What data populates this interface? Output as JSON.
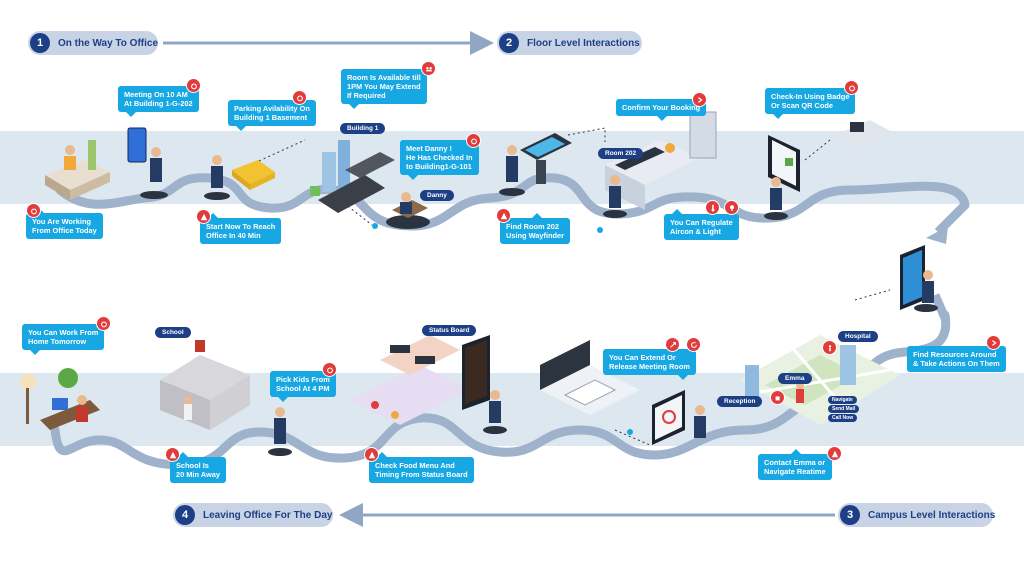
{
  "steps": [
    {
      "number": "1",
      "label": "On the Way To Office"
    },
    {
      "number": "2",
      "label": "Floor Level Interactions"
    },
    {
      "number": "3",
      "label": "Campus Level Interactions"
    },
    {
      "number": "4",
      "label": "Leaving Office For The Day"
    }
  ],
  "callouts": {
    "working_from_office": "You Are Working\nFrom Office Today",
    "meeting": "Meeting On 10 AM\nAt Building 1-G-202",
    "start_now": "Start Now To Reach\nOffice In 40 Min",
    "parking": "Parking Avilability On\nBuilding 1 Basement",
    "room_available": "Room Is Available till\n1PM You May Extend\nIf Required",
    "meet_danny": "Meet Danny !\nHe Has Checked In\nto Building1-G-101",
    "find_room": "Find Room 202\nUsing Wayfinder",
    "confirm_booking": "Confirm Your Booking",
    "regulate": "You Can Regulate\nAircon & Light",
    "check_in": "Check-In Using Badge\nOr Scan QR Code",
    "find_resources": "Find Resources Around\n& Take Actions On Them",
    "extend_release": "You Can Extend Or\nRelease Meeting Room",
    "contact_emma": "Contact Emma or\nNavigate Reatime",
    "food_menu": "Check Food Menu And\nTiming From Status Board",
    "pick_kids": "Pick Kids From\nSchool At 4 PM",
    "school_away": "School Is\n20 Min Away",
    "work_home": "You Can Work From\nHome Tomorrow"
  },
  "tags": {
    "building1": "Building 1",
    "danny": "Danny",
    "room202": "Room 202",
    "status_board": "Status Board",
    "school": "School",
    "hospital": "Hospital",
    "emma": "Emma",
    "reception": "Reception"
  },
  "map_buttons": [
    "Navigate",
    "Send Mail",
    "Call Now"
  ],
  "colors": {
    "accent": "#17a8e3",
    "navy": "#1d3f86",
    "alert": "#e23b3b",
    "band": "#dde7ef",
    "path": "#8fa6c4",
    "pill": "#c8d4e6"
  }
}
